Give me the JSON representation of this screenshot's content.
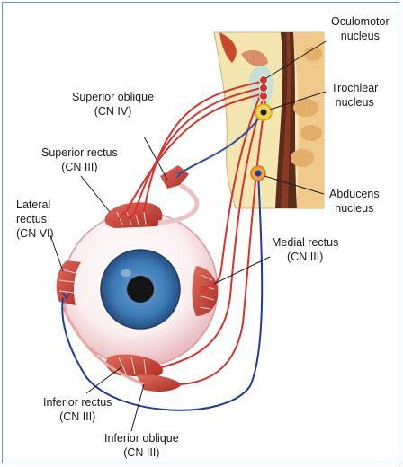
{
  "labels": {
    "oculomotor_nucleus": {
      "line1": "Oculomotor",
      "line2": "nucleus"
    },
    "trochlear_nucleus": {
      "line1": "Trochlear",
      "line2": "nucleus"
    },
    "abducens_nucleus": {
      "line1": "Abducens",
      "line2": "nucleus"
    },
    "superior_oblique": {
      "line1": "Superior oblique",
      "line2": "(CN IV)"
    },
    "superior_rectus": {
      "line1": "Superior rectus",
      "line2": "(CN III)"
    },
    "lateral_rectus": {
      "line1": "Lateral",
      "line2": "rectus",
      "line3": "(CN VI)"
    },
    "medial_rectus": {
      "line1": "Medial rectus",
      "line2": "(CN III)"
    },
    "inferior_rectus": {
      "line1": "Inferior rectus",
      "line2": "(CN III)"
    },
    "inferior_oblique": {
      "line1": "Inferior oblique",
      "line2": "(CN III)"
    }
  },
  "colors": {
    "frame": "#5aa0c8",
    "oculomotor_nerve": "#d9312b",
    "trochlear_nerve": "#2d4fa3",
    "abducens_nerve": "#1f3c96",
    "muscle": "#c8483a",
    "iris": "#3a79b3",
    "brainstem": "#f3e6b0"
  }
}
